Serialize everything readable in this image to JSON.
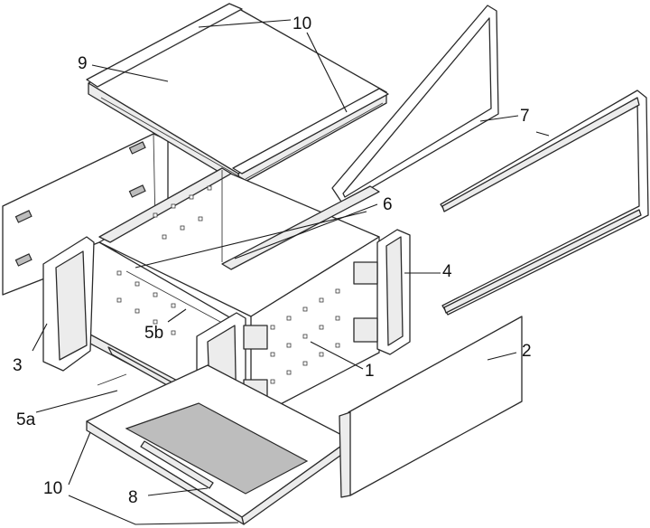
{
  "callouts": {
    "c1": "1",
    "c2": "2",
    "c3": "3",
    "c4": "4",
    "c5a": "5a",
    "c5b": "5b",
    "c6": "6",
    "c7": "7",
    "c8": "8",
    "c9": "9",
    "c10_top": "10",
    "c10_bottom": "10"
  },
  "colors": {
    "line": "#2a2a2a",
    "panel_fill": "#ececec",
    "background": "#ffffff"
  }
}
